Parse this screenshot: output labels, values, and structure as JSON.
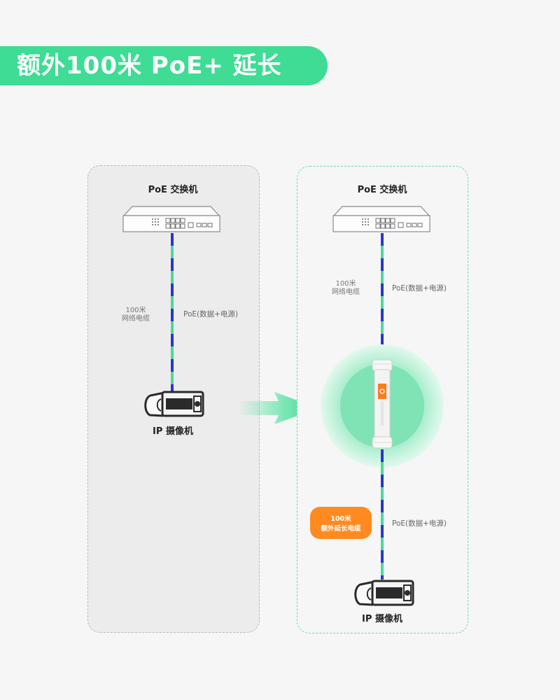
{
  "banner": {
    "title": "额外100米 PoE+ 延长"
  },
  "left_panel": {
    "switch_label": "PoE 交换机",
    "cable_length_line1": "100米",
    "cable_length_line2": "网络电缆",
    "poe_label": "PoE(数据+电源)",
    "camera_label": "IP 摄像机"
  },
  "right_panel": {
    "switch_label": "PoE 交换机",
    "cable_length_line1": "100米",
    "cable_length_line2": "网络电缆",
    "poe_label_top": "PoE(数据+电源)",
    "poe_label_bottom": "PoE(数据+电源)",
    "camera_label": "IP 摄像机",
    "extension_badge_line1": "100米",
    "extension_badge_line2": "额外延长电缆"
  },
  "colors": {
    "banner": "#3edc94",
    "cable_blue": "#2a35cf",
    "cable_green": "#4bd99a",
    "badge": "#ff8a1f",
    "extender_accent": "#ff7a1a"
  },
  "icons": [
    "poe-switch-icon",
    "ip-camera-icon",
    "poe-extender-icon",
    "arrow-right-icon"
  ]
}
